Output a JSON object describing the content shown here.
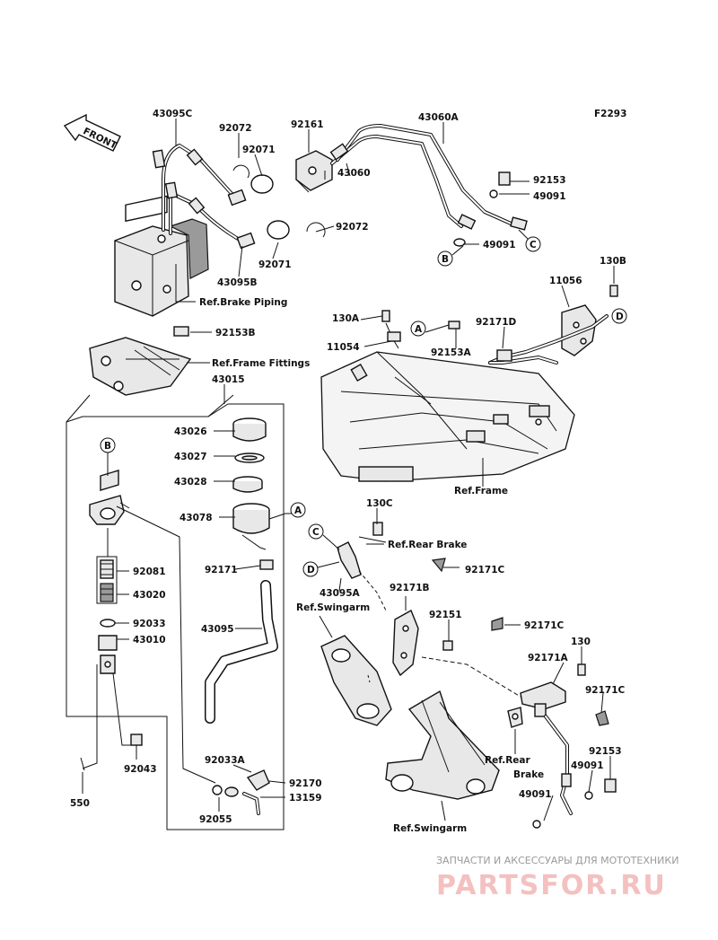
{
  "figure_code": "F2293",
  "front_label": "FRONT",
  "callouts": {
    "A": "A",
    "B": "B",
    "C": "C",
    "D": "D"
  },
  "parts": {
    "p43095C": "43095C",
    "p92072a": "92072",
    "p92071a": "92071",
    "p92161": "92161",
    "p43060A": "43060A",
    "p43060": "43060",
    "p92153": "92153",
    "p49091a": "49091",
    "p49091b": "49091",
    "p92072b": "92072",
    "p92071b": "92071",
    "p43095B": "43095B",
    "p130B": "130B",
    "p11056": "11056",
    "p130A": "130A",
    "p92171D": "92171D",
    "p11054": "11054",
    "p92153A": "92153A",
    "p92153B": "92153B",
    "p43015": "43015",
    "p43026": "43026",
    "p43027": "43027",
    "p43028": "43028",
    "p43078": "43078",
    "p130C": "130C",
    "p92171a": "92171",
    "p92081": "92081",
    "p43020": "43020",
    "p92033": "92033",
    "p43010": "43010",
    "p43095A": "43095A",
    "p92171B": "92171B",
    "p92171C1": "92171C",
    "p92151": "92151",
    "p92171C2": "92171C",
    "p43095": "43095",
    "p130": "130",
    "p92171A": "92171A",
    "p92171C3": "92171C",
    "p92043": "92043",
    "p92153c": "92153",
    "p49091c": "49091",
    "p49091d": "49091",
    "p92033A": "92033A",
    "p92170": "92170",
    "p13159": "13159",
    "p92055": "92055",
    "p550": "550"
  },
  "refs": {
    "brake_piping": "Ref.Brake Piping",
    "frame_fittings": "Ref.Frame Fittings",
    "frame": "Ref.Frame",
    "rear_brake_1": "Ref.Rear Brake",
    "swingarm_1": "Ref.Swingarm",
    "rear_brake_2a": "Ref.Rear",
    "rear_brake_2b": "Brake",
    "swingarm_2": "Ref.Swingarm"
  },
  "watermark": {
    "line1": "ЗАПЧАСТИ И АКСЕССУАРЫ ДЛЯ МОТОТЕХНИКИ",
    "line2": "PARTSFOR.RU"
  }
}
